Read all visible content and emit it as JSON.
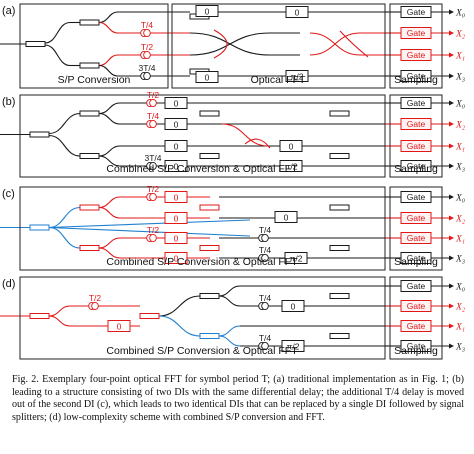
{
  "colors": {
    "black": "#1a1a1a",
    "red": "#e01818",
    "blue": "#1f7fd0"
  },
  "panels": [
    {
      "label": "(a)",
      "sections": [
        "S/P Conversion",
        "Optical FFT",
        "Sampling"
      ]
    },
    {
      "label": "(b)",
      "sections": [
        "Combined S/P Conversion & Optical FFT",
        "Sampling"
      ]
    },
    {
      "label": "(c)",
      "sections": [
        "Combined S/P Conversion & Optical FFT",
        "Sampling"
      ]
    },
    {
      "label": "(d)",
      "sections": [
        "Combined S/P Conversion & Optical FFT",
        "Sampling"
      ]
    }
  ],
  "symbols": {
    "gate": "Gate",
    "phase_zero": "0",
    "phase_pi2": "π/2",
    "delay_t2": "T/2",
    "delay_t4": "T/4",
    "delay_3t4": "3T/4"
  },
  "outputs": [
    "X₀",
    "X₂",
    "X₁",
    "X₃"
  ],
  "caption": "Fig. 2. Exemplary four-point optical FFT for symbol period T; (a) traditional implementation as in Fig. 1; (b) leading to a structure consisting of two DIs with the same differential delay; the additional T/4 delay is moved out of the second DI (c), which leads to two identical DIs that can be replaced by a single DI followed by signal splitters; (d) low-complexity scheme with combined S/P conversion and FFT."
}
